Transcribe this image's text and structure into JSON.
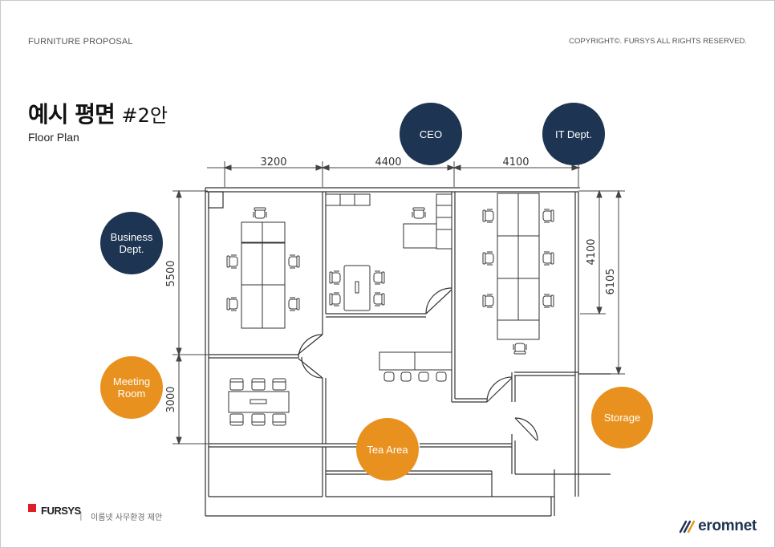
{
  "header": {
    "left": "FURNITURE PROPOSAL",
    "right": "COPYRIGHT©. FURSYS ALL RIGHTS RESERVED."
  },
  "title": {
    "main": "예시 평면",
    "suffix": "#2안",
    "subtitle": "Floor Plan"
  },
  "dimensions": {
    "top": [
      "3200",
      "4400",
      "4100"
    ],
    "left": [
      "5500",
      "3000"
    ],
    "right": [
      "4100",
      "6105"
    ]
  },
  "labels": {
    "ceo": "CEO",
    "it": "IT Dept.",
    "business": "Business\nDept.",
    "meeting": "Meeting\nRoom",
    "tea": "Tea Area",
    "storage": "Storage"
  },
  "colors": {
    "navy": "#1d3452",
    "orange": "#e8911e",
    "brand_red": "#e01e26"
  },
  "footer": {
    "brand": "FURSYS",
    "separator": "|",
    "text": "이롬넷 사무환경 제안",
    "partner": "eromnet"
  }
}
